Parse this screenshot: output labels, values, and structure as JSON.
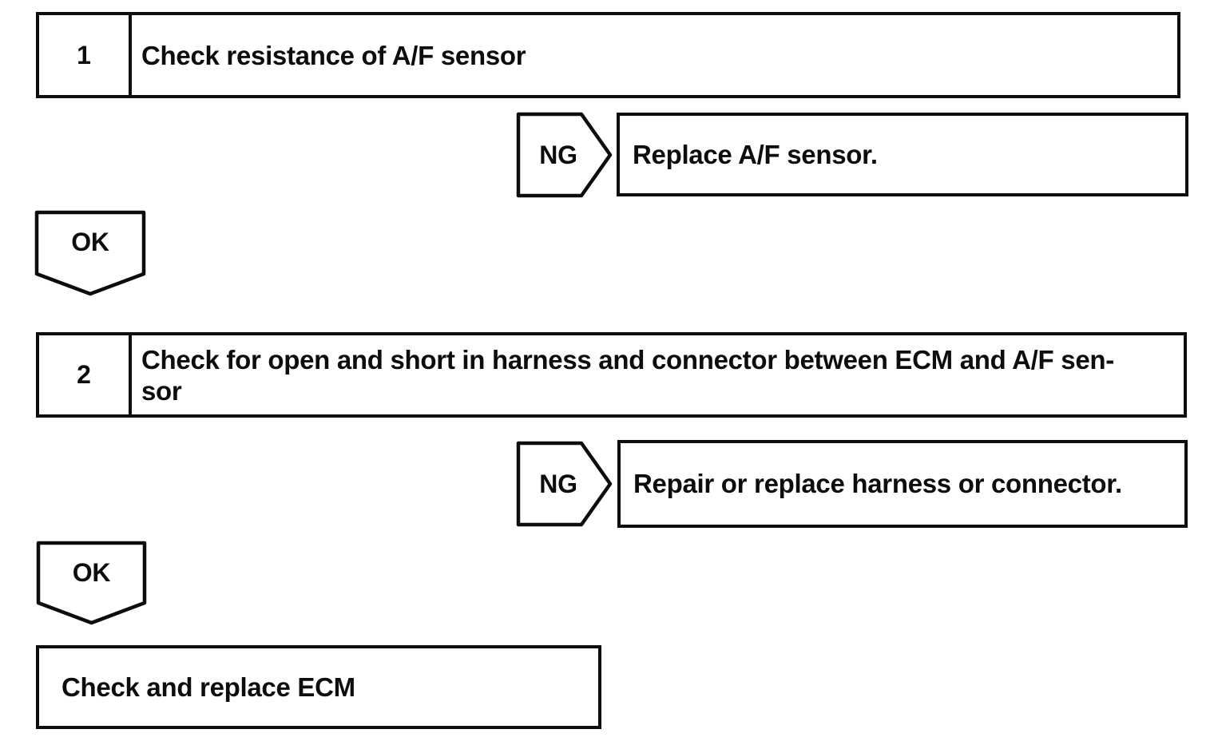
{
  "page": {
    "background": "#ffffff",
    "ink": "#0d0d0d"
  },
  "flowchart": {
    "steps": [
      {
        "number": "1",
        "instruction": "Check resistance of A/F sensor",
        "ng_label": "NG",
        "ng_action": "Replace A/F sensor.",
        "ok_label": "OK"
      },
      {
        "number": "2",
        "instruction": "Check for open and short in harness and connector between ECM and A/F sen-\nsor",
        "ng_label": "NG",
        "ng_action": "Repair or replace harness or connector.",
        "ok_label": "OK"
      }
    ],
    "final_action": "Check and replace ECM"
  }
}
